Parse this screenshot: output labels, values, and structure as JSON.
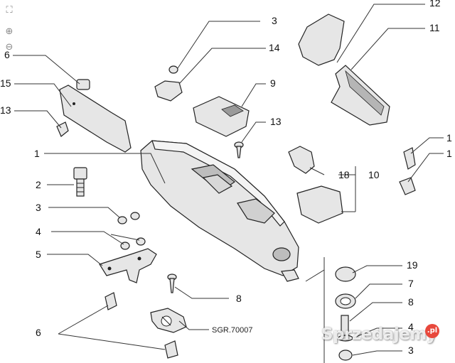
{
  "viewer": {
    "fullscreen_icon": "fullscreen-icon",
    "zoom_in_icon": "zoom-in-icon",
    "zoom_out_icon": "zoom-out-icon"
  },
  "callouts": {
    "c1": "1",
    "c2": "2",
    "c3_top": "3",
    "c3_mid": "3",
    "c3_bottom": "3",
    "c4_left": "4",
    "c4_right": "4",
    "c5": "5",
    "c6_top": "6",
    "c6_bottom": "6",
    "c7": "7",
    "c8_mid": "8",
    "c8_right": "8",
    "c9": "9",
    "c10": "10",
    "c11": "11",
    "c12": "12",
    "c13_left": "13",
    "c13_mid": "13",
    "c13_right": "1",
    "c14": "14",
    "c15": "15",
    "c16_right": "1",
    "c18": "18",
    "c19": "19"
  },
  "diagram_code": "SGR.70007",
  "watermark": {
    "text": "Sprzedajemy",
    "badge": ".pl",
    "badge_color": "#e8483c"
  }
}
